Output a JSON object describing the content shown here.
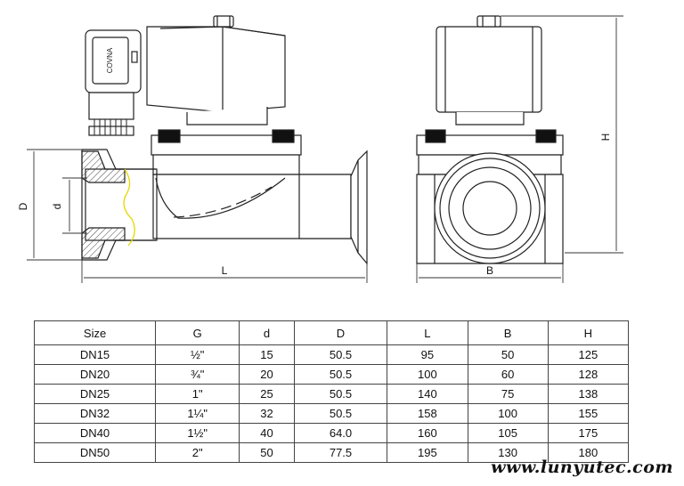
{
  "drawing": {
    "brand_label": "COVNA",
    "dimension_labels": {
      "D": "D",
      "d": "d",
      "L": "L",
      "B": "B",
      "H": "H"
    }
  },
  "table": {
    "headers": [
      "Size",
      "G",
      "d",
      "D",
      "L",
      "B",
      "H"
    ],
    "rows": [
      [
        "DN15",
        "½\"",
        "15",
        "50.5",
        "95",
        "50",
        "125"
      ],
      [
        "DN20",
        "¾\"",
        "20",
        "50.5",
        "100",
        "60",
        "128"
      ],
      [
        "DN25",
        "1\"",
        "25",
        "50.5",
        "140",
        "75",
        "138"
      ],
      [
        "DN32",
        "1¼\"",
        "32",
        "50.5",
        "158",
        "100",
        "155"
      ],
      [
        "DN40",
        "1½\"",
        "40",
        "64.0",
        "160",
        "105",
        "175"
      ],
      [
        "DN50",
        "2\"",
        "50",
        "77.5",
        "195",
        "130",
        "180"
      ]
    ]
  },
  "watermark": "www.lunyutec.com"
}
